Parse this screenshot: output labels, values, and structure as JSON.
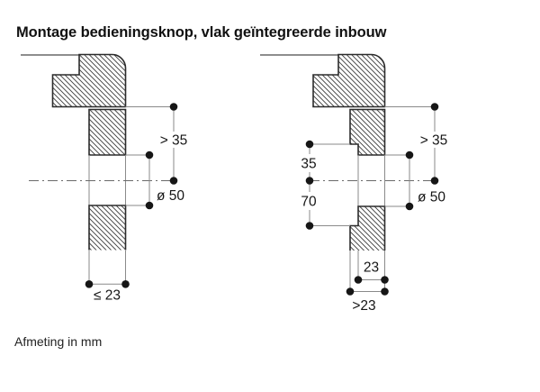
{
  "page": {
    "title": "Montage bedieningsknop, vlak geïntegreerde inbouw",
    "footer": "Afmeting in mm"
  },
  "dimensions": {
    "left_view": {
      "clearance_above": "> 35",
      "hole_diameter": "ø 50",
      "panel_thickness": "≤ 23"
    },
    "right_view": {
      "recess_to_center": "35",
      "recess_total": "70",
      "clearance_above": "> 35",
      "hole_diameter": "ø 50",
      "recess_width": "23",
      "panel_thickness": ">23"
    }
  },
  "colors": {
    "background": "#ffffff",
    "ink": "#161616",
    "panel_outline": "#2b2b2b",
    "thin_line": "#8a8a8a"
  }
}
